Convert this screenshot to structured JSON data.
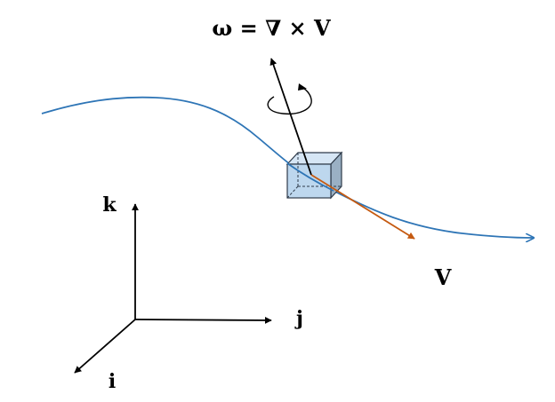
{
  "labels": {
    "equation": "ω = ∇ × V",
    "velocity": "V",
    "axis_k": "k",
    "axis_j": "j",
    "axis_i": "i"
  },
  "colors": {
    "streamline": "#2e75b6",
    "velocity_vector": "#c55a11",
    "vorticity_vector": "#000000",
    "axes": "#000000",
    "cube_front": "#bdd7ee",
    "cube_top": "#d6e6f5",
    "cube_side": "#9ab0c4",
    "cube_edge": "#2f3b4a"
  },
  "icons": {
    "rotation": "curved-rotation-arrow-icon"
  }
}
